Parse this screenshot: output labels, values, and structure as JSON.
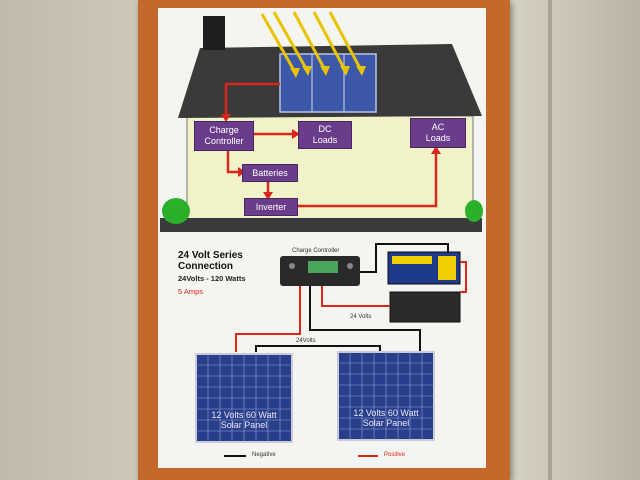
{
  "boxes": {
    "charge_controller": "Charge Controller",
    "dc_loads": "DC Loads",
    "ac_loads": "AC Loads",
    "batteries": "Batteries",
    "inverter": "Inverter"
  },
  "heading": {
    "title_line1": "24 Volt Series",
    "title_line2": "Connection",
    "spec": "24Volts - 120 Watts",
    "amps": "5 Amps"
  },
  "labels": {
    "charge_controller_unit": "Charge Controller",
    "wire_24v_a": "24 Volts",
    "wire_24v_b": "24Volts",
    "panel_left": "12 Volts 60 Watt Solar Panel",
    "panel_right": "12 Volts 60 Watt Solar Panel",
    "legend_negative": "Negative",
    "legend_positive": "Positive"
  },
  "colors": {
    "positive_wire": "#d8261c",
    "negative_wire": "#111111",
    "box_purple": "#6a3d8a",
    "roof": "#3a3a3a",
    "wall_yellow": "#f2f2c8",
    "frame_orange": "#c4692c",
    "panel_blue": "#2a3f8c"
  }
}
